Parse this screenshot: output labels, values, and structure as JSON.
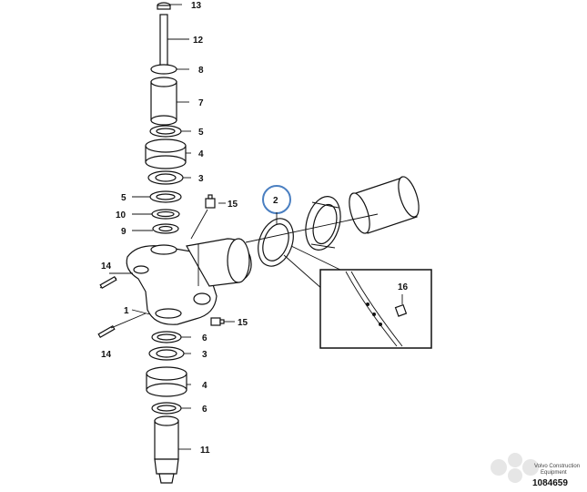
{
  "callouts": [
    {
      "id": "c13",
      "text": "13"
    },
    {
      "id": "c12",
      "text": "12"
    },
    {
      "id": "c8",
      "text": "8"
    },
    {
      "id": "c7",
      "text": "7"
    },
    {
      "id": "c5a",
      "text": "5"
    },
    {
      "id": "c4a",
      "text": "4"
    },
    {
      "id": "c3a",
      "text": "3"
    },
    {
      "id": "c5b",
      "text": "5"
    },
    {
      "id": "c15a",
      "text": "15"
    },
    {
      "id": "c10",
      "text": "10"
    },
    {
      "id": "c9",
      "text": "9"
    },
    {
      "id": "c14a",
      "text": "14"
    },
    {
      "id": "c1",
      "text": "1"
    },
    {
      "id": "c15b",
      "text": "15"
    },
    {
      "id": "c14b",
      "text": "14"
    },
    {
      "id": "c6a",
      "text": "6"
    },
    {
      "id": "c3b",
      "text": "3"
    },
    {
      "id": "c4b",
      "text": "4"
    },
    {
      "id": "c6b",
      "text": "6"
    },
    {
      "id": "c11",
      "text": "11"
    },
    {
      "id": "c2",
      "text": "2"
    },
    {
      "id": "c16",
      "text": "16"
    }
  ],
  "watermark": {
    "line1": "Volvo Construction",
    "line2": "Equipment"
  },
  "doc_number": "1084659",
  "highlight_color": "#4a7fc1"
}
